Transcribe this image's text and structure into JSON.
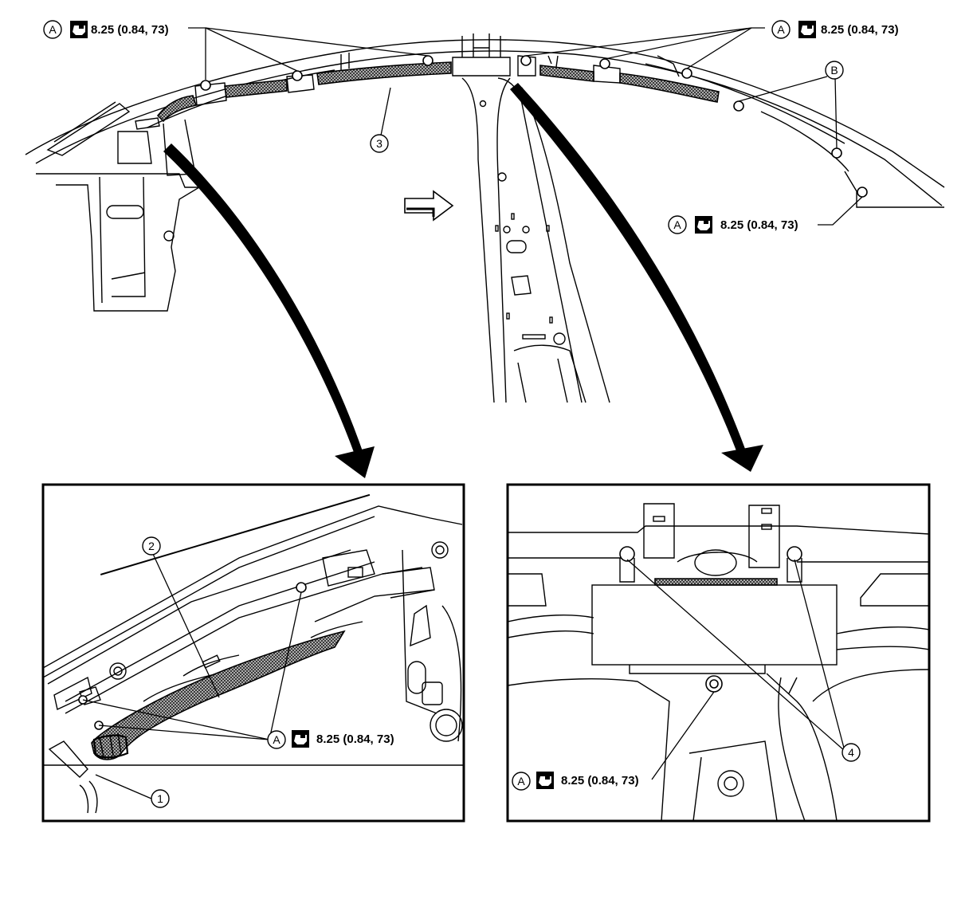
{
  "callouts": {
    "a": "A",
    "b": "B",
    "n1": "1",
    "n2": "2",
    "n3": "3",
    "n4": "4"
  },
  "torque": {
    "value_text": "8.25 (0.84, 73)",
    "icon": "torque-wrench-icon"
  },
  "direction_arrow": {
    "icon": "view-direction-arrow-icon"
  },
  "detail_views": {
    "left_icon": "detail-arrow-icon",
    "right_icon": "detail-arrow-icon"
  },
  "colors": {
    "line": "#000000",
    "background": "#ffffff",
    "hatch": "#777777"
  }
}
